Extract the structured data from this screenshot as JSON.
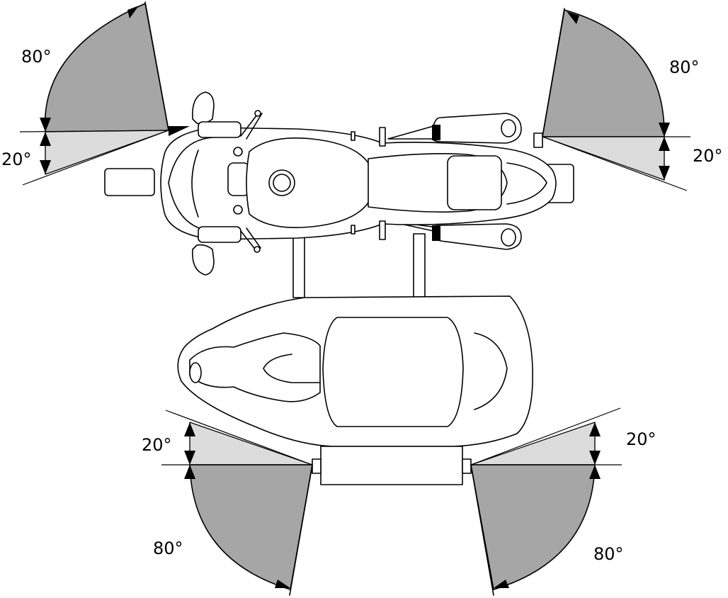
{
  "figure": {
    "zones": {
      "front_left": {
        "upper_angle": "80°",
        "lower_angle": "20°"
      },
      "front_right": {
        "upper_angle": "80°",
        "lower_angle": "20°"
      },
      "rear_left": {
        "upper_angle": "20°",
        "lower_angle": "80°"
      },
      "rear_right": {
        "upper_angle": "20°",
        "lower_angle": "80°"
      }
    },
    "colors": {
      "dark_zone": "#a6a6a6",
      "light_zone": "#dcdcdc",
      "outline": "#000000"
    }
  }
}
